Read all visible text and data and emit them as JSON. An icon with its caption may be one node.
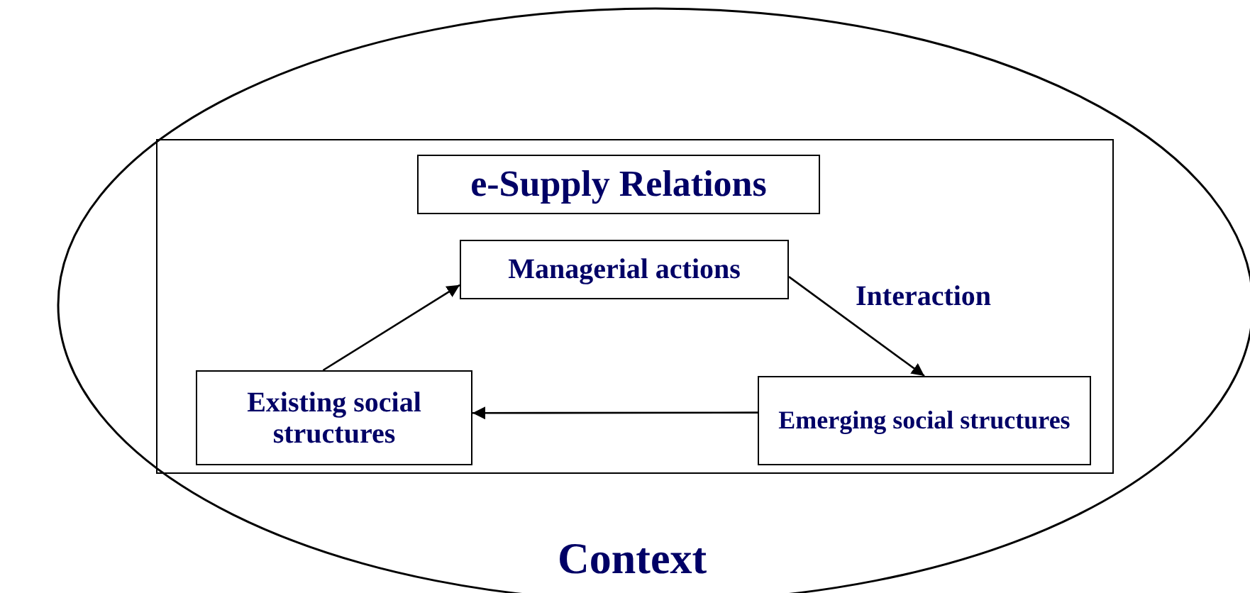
{
  "diagram": {
    "nodes": [
      {
        "text": [
          "Context"
        ]
      },
      {
        "text": [],
        "shape": "box",
        "in": 0
      },
      {
        "text": [
          "e-Supply Relations"
        ],
        "in": 1
      },
      {
        "text": [
          "Managerial actions"
        ],
        "in": 1
      },
      {
        "text": [
          "Existing social structures"
        ],
        "in": 1
      },
      {
        "text": [
          "Emerging social structures"
        ],
        "in": 1
      }
    ],
    "edges": [
      {
        "from": 4,
        "to": 3,
        "arrow": "to"
      },
      {
        "from": 3,
        "to": 5,
        "arrow": "to"
      },
      {
        "from": 5,
        "to": 4,
        "arrow": "to"
      }
    ],
    "labels": [
      "Interaction"
    ]
  }
}
